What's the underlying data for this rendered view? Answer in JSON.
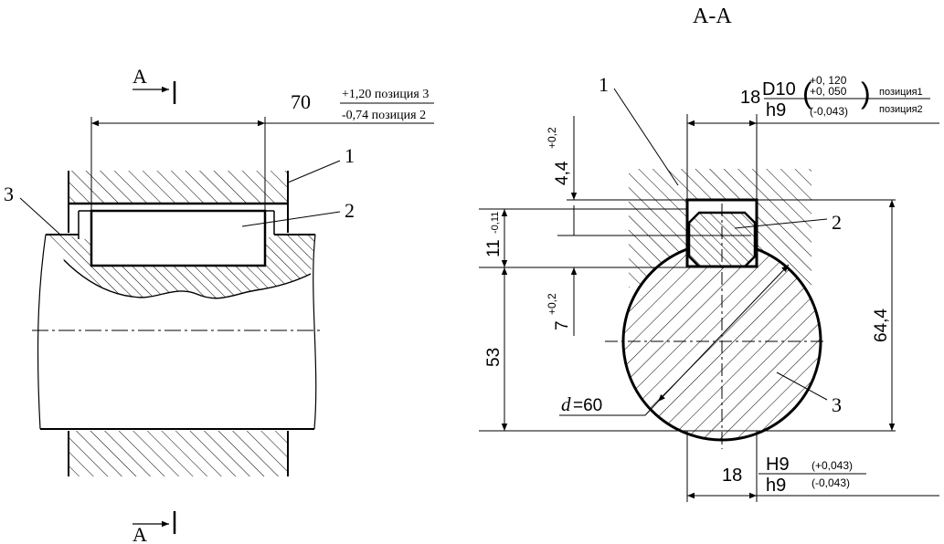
{
  "section_title": "A-A",
  "left_view": {
    "section_marker_top": "A",
    "section_marker_bottom": "A",
    "length_dim": {
      "value": "70",
      "upper_tol": "+1,20 позиция 3",
      "lower_tol": "-0,74 позиция 2"
    },
    "callouts": [
      "1",
      "2",
      "3"
    ]
  },
  "right_view": {
    "width_dim_top": {
      "prefix": "18",
      "fit_hole": "D10",
      "fit_shaft": "h9",
      "hole_tol_upper": "+0, 120",
      "hole_tol_lower": "+0, 050",
      "hole_label": "позиция1",
      "shaft_tol": "(-0,043)",
      "shaft_label": "позиция2"
    },
    "hub_depth": {
      "value": "4,4",
      "tol": "+0,2"
    },
    "key_height": {
      "value": "11",
      "tol": "-0,11"
    },
    "shaft_depth": {
      "value": "7",
      "tol": "+0,2"
    },
    "shaft_remaining": {
      "value": "53"
    },
    "total_height": {
      "value": "64,4"
    },
    "diameter": {
      "symbol": "d",
      "value": "=60"
    },
    "width_dim_bottom": {
      "prefix": "18",
      "fit_hole": "H9",
      "fit_shaft": "h9",
      "hole_tol": "(+0,043)",
      "shaft_tol": "(-0,043)"
    },
    "callouts": [
      "1",
      "2",
      "3"
    ]
  }
}
